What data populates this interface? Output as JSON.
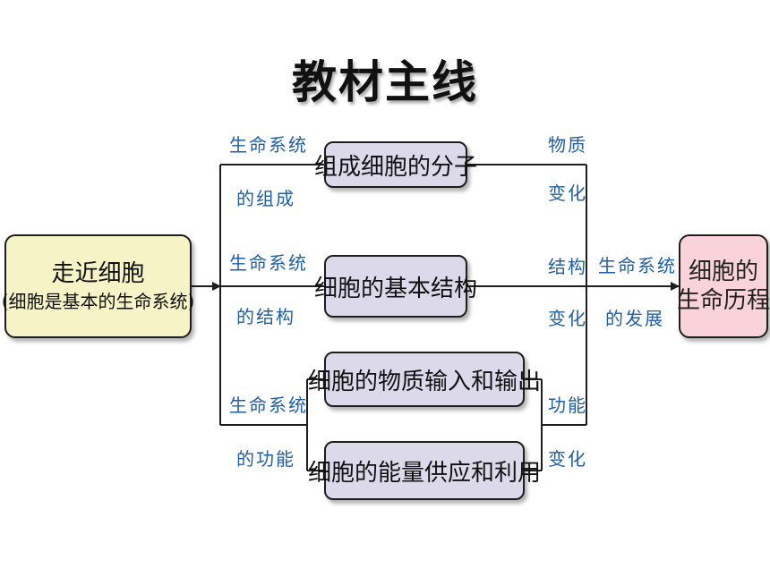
{
  "title": "教材主线",
  "left_box": {
    "line1": "走近细胞",
    "line2": "(细胞是基本的生命系统)"
  },
  "right_box": {
    "line1": "细胞的",
    "line2": "生命历程"
  },
  "middle_boxes": [
    "组成细胞的分子",
    "细胞的基本结构",
    "细胞的物质输入和输出",
    "细胞的能量供应和利用"
  ],
  "left_labels": [
    {
      "line1": "生命系统",
      "line2": "的组成"
    },
    {
      "line1": "生命系统",
      "line2": "的结构"
    },
    {
      "line1": "生命系统",
      "line2": "的功能"
    }
  ],
  "right_labels": [
    {
      "line1": "物质",
      "line2": "变化"
    },
    {
      "line1": "结构",
      "line2": "变化"
    },
    {
      "line1": "功能",
      "line2": "变化"
    }
  ],
  "far_right_label": {
    "line1": "生命系统",
    "line2": "的发展"
  },
  "colors": {
    "label_text": "#1f5fa8",
    "left_box_fill": "#f6f3c7",
    "middle_box_fill": "#dcd9ea",
    "right_box_fill": "#f9d3d9",
    "connector": "#1e1e1e"
  }
}
